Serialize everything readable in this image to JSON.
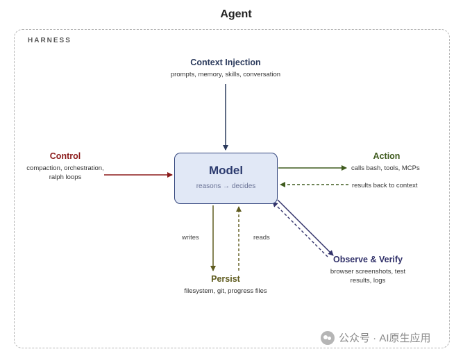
{
  "title": "Agent",
  "harness": {
    "label": "HARNESS"
  },
  "colors": {
    "context": "#2b3a5c",
    "control": "#8b1a1a",
    "action": "#3f5b1e",
    "persist": "#5e5a1d",
    "observe": "#33336b",
    "model_border": "#33457d",
    "model_fill": "#e1e8f6"
  },
  "model": {
    "title": "Model",
    "subtitle": "reasons → decides"
  },
  "nodes": {
    "context": {
      "title": "Context Injection",
      "subtitle": "prompts, memory, skills, conversation"
    },
    "control": {
      "title": "Control",
      "subtitle_line1": "compaction, orchestration,",
      "subtitle_line2": "ralph loops"
    },
    "action": {
      "title": "Action",
      "subtitle": "calls bash, tools, MCPs",
      "return_label": "results back to context"
    },
    "persist": {
      "title": "Persist",
      "subtitle": "filesystem, git, progress files",
      "writes_label": "writes",
      "reads_label": "reads"
    },
    "observe": {
      "title": "Observe & Verify",
      "subtitle_line1": "browser screenshots, test",
      "subtitle_line2": "results, logs"
    }
  },
  "watermark": {
    "text": "公众号 · AI原生应用"
  }
}
